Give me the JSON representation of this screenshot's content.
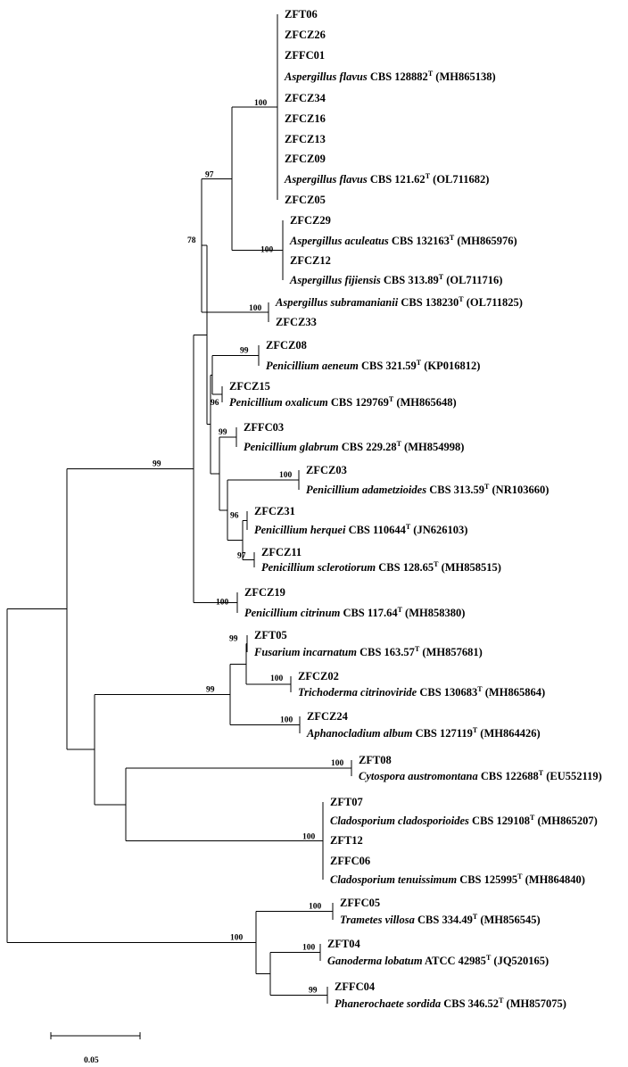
{
  "tree": {
    "taxa": [
      {
        "id": "t1",
        "name": "ZFT06"
      },
      {
        "id": "t2",
        "name": "ZFCZ26"
      },
      {
        "id": "t3",
        "name": "ZFFC01"
      },
      {
        "id": "t4",
        "species": "Aspergillus flavus",
        "strain": "CBS 128882",
        "sup": "T",
        "acc": "(MH865138)"
      },
      {
        "id": "t5",
        "name": "ZFCZ34"
      },
      {
        "id": "t6",
        "name": "ZFCZ16"
      },
      {
        "id": "t7",
        "name": "ZFCZ13"
      },
      {
        "id": "t8",
        "name": "ZFCZ09"
      },
      {
        "id": "t9",
        "species": "Aspergillus flavus",
        "strain": "CBS 121.62",
        "sup": "T",
        "acc": "(OL711682)"
      },
      {
        "id": "t10",
        "name": "ZFCZ05"
      },
      {
        "id": "t11",
        "name": "ZFCZ29"
      },
      {
        "id": "t12",
        "species": "Aspergillus aculeatus",
        "strain": "CBS 132163",
        "sup": "T",
        "acc": "(MH865976)"
      },
      {
        "id": "t13",
        "name": "ZFCZ12"
      },
      {
        "id": "t14",
        "species": "Aspergillus fijiensis",
        "strain": "CBS 313.89",
        "sup": "T",
        "acc": "(OL711716)"
      },
      {
        "id": "t15",
        "species": "Aspergillus subramanianii",
        "strain": "CBS 138230",
        "sup": "T",
        "acc": "(OL711825)"
      },
      {
        "id": "t16",
        "name": "ZFCZ33"
      },
      {
        "id": "t17",
        "name": "ZFCZ08"
      },
      {
        "id": "t18",
        "species": "Penicillium aeneum",
        "strain": "CBS 321.59",
        "sup": "T",
        "acc": "(KP016812)"
      },
      {
        "id": "t19",
        "name": "ZFCZ15"
      },
      {
        "id": "t20",
        "species": "Penicillium oxalicum",
        "strain": "CBS 129769",
        "sup": "T",
        "acc": "(MH865648)"
      },
      {
        "id": "t21",
        "name": "ZFFC03"
      },
      {
        "id": "t22",
        "species": "Penicillium glabrum",
        "strain": "CBS 229.28",
        "sup": "T",
        "acc": "(MH854998)"
      },
      {
        "id": "t23",
        "name": "ZFCZ03"
      },
      {
        "id": "t24",
        "species": "Penicillium adametzioides",
        "strain": "CBS 313.59",
        "sup": "T",
        "acc": "(NR103660)"
      },
      {
        "id": "t25",
        "name": "ZFCZ31"
      },
      {
        "id": "t26",
        "species": "Penicillium herquei",
        "strain": "CBS 110644",
        "sup": "T",
        "acc": "(JN626103)"
      },
      {
        "id": "t27",
        "name": "ZFCZ11"
      },
      {
        "id": "t28",
        "species": "Penicillium sclerotiorum",
        "strain": "CBS 128.65",
        "sup": "T",
        "acc": "(MH858515)"
      },
      {
        "id": "t29",
        "name": "ZFCZ19"
      },
      {
        "id": "t30",
        "species": "Penicillium citrinum",
        "strain": "CBS 117.64",
        "sup": "T",
        "acc": "(MH858380)"
      },
      {
        "id": "t31",
        "name": "ZFT05"
      },
      {
        "id": "t32",
        "species": "Fusarium incarnatum",
        "strain": "CBS 163.57",
        "sup": "T",
        "acc": "(MH857681)"
      },
      {
        "id": "t33",
        "name": "ZFCZ02"
      },
      {
        "id": "t34",
        "species": "Trichoderma citrinoviride",
        "strain": "CBS 130683",
        "sup": "T",
        "acc": "(MH865864)"
      },
      {
        "id": "t35",
        "name": "ZFCZ24"
      },
      {
        "id": "t36",
        "species": "Aphanocladium album",
        "strain": "CBS 127119",
        "sup": "T",
        "acc": "(MH864426)"
      },
      {
        "id": "t37",
        "name": "ZFT08"
      },
      {
        "id": "t38",
        "species": "Cytospora austromontana",
        "strain": "CBS 122688",
        "sup": "T",
        "acc": "(EU552119)"
      },
      {
        "id": "t39",
        "name": "ZFT07"
      },
      {
        "id": "t40",
        "species": "Cladosporium cladosporioides",
        "strain": "CBS 129108",
        "sup": "T",
        "acc": "(MH865207)"
      },
      {
        "id": "t41",
        "name": "ZFT12"
      },
      {
        "id": "t42",
        "name": "ZFFC06"
      },
      {
        "id": "t43",
        "species": "Cladosporium tenuissimum",
        "strain": "CBS 125995",
        "sup": "T",
        "acc": "(MH864840)"
      },
      {
        "id": "t44",
        "name": "ZFFC05"
      },
      {
        "id": "t45",
        "species": "Trametes villosa",
        "strain": "CBS 334.49",
        "sup": "T",
        "acc": "(MH856545)"
      },
      {
        "id": "t46",
        "name": "ZFT04"
      },
      {
        "id": "t47",
        "species": "Ganoderma lobatum",
        "strain": "ATCC 42985",
        "sup": "T",
        "acc": "(JQ520165)"
      },
      {
        "id": "t48",
        "name": "ZFFC04"
      },
      {
        "id": "t49",
        "species": "Phanerochaete sordida",
        "strain": "CBS 346.52",
        "sup": "T",
        "acc": "(MH857075)"
      }
    ],
    "bootstrap": [
      {
        "id": "b_flavus",
        "value": "100"
      },
      {
        "id": "b_97",
        "value": "97"
      },
      {
        "id": "b_acul",
        "value": "100"
      },
      {
        "id": "b_78",
        "value": "78"
      },
      {
        "id": "b_subr",
        "value": "100"
      },
      {
        "id": "b_99top",
        "value": "99"
      },
      {
        "id": "b_aen",
        "value": "99"
      },
      {
        "id": "b_oxa",
        "value": "96"
      },
      {
        "id": "b_gla",
        "value": "99"
      },
      {
        "id": "b_ada",
        "value": "100"
      },
      {
        "id": "b_her",
        "value": "96"
      },
      {
        "id": "b_scl",
        "value": "97"
      },
      {
        "id": "b_cit",
        "value": "100"
      },
      {
        "id": "b_fus",
        "value": "99"
      },
      {
        "id": "b_99mid",
        "value": "99"
      },
      {
        "id": "b_tri",
        "value": "100"
      },
      {
        "id": "b_aph",
        "value": "100"
      },
      {
        "id": "b_cyt",
        "value": "100"
      },
      {
        "id": "b_cla",
        "value": "100"
      },
      {
        "id": "b_tra",
        "value": "100"
      },
      {
        "id": "b_gan",
        "value": "100"
      },
      {
        "id": "b_pha",
        "value": "99"
      },
      {
        "id": "b_basid",
        "value": "100"
      }
    ],
    "scale_bar": {
      "label": "0.05"
    }
  }
}
